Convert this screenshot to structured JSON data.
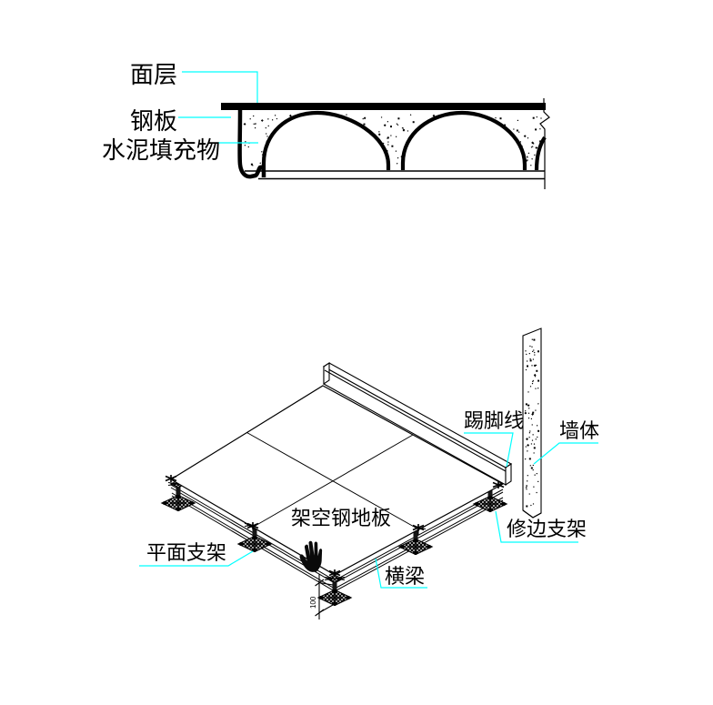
{
  "cross_section": {
    "labels": {
      "surface_layer": "面层",
      "steel_plate": "钢板",
      "cement_filler": "水泥填充物"
    }
  },
  "isometric": {
    "labels": {
      "skirting_line": "踢脚线",
      "wall": "墙体",
      "raised_steel_floor": "架空钢地板",
      "edge_trim_pedestal": "修边支架",
      "flat_pedestal": "平面支架",
      "beam": "横梁"
    },
    "dimension": {
      "value": "100"
    }
  },
  "colors": {
    "line": "#000000",
    "leader": "#00FFFF",
    "background": "#FFFFFF"
  }
}
